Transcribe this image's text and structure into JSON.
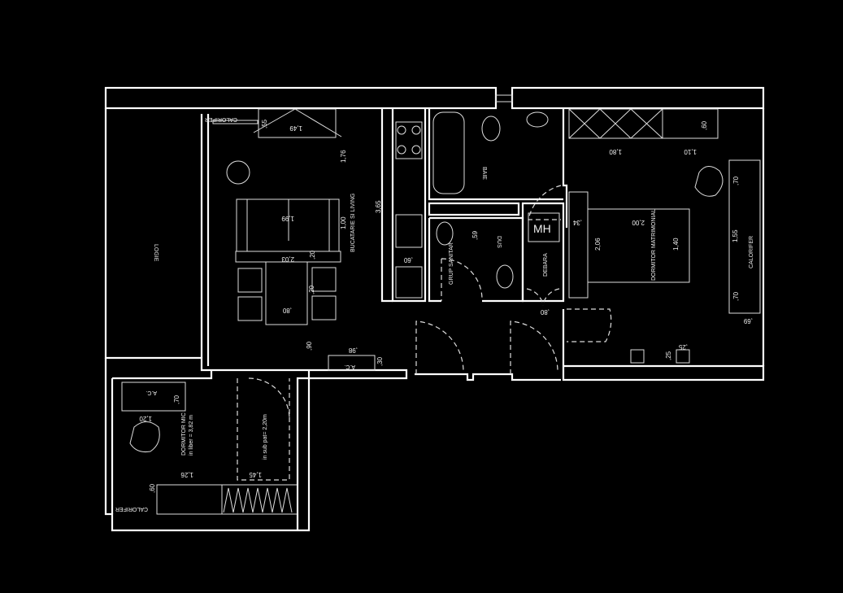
{
  "title": "Floor plan",
  "colors": {
    "background": "#000000",
    "lines": "#ffffff"
  },
  "rooms": {
    "logie": "LOGIE",
    "living": "BUCATARIE SI LIVING",
    "bath": "BAIE",
    "shower": "DUS",
    "wc": "GRUP SANITAR",
    "storage": "DEBARA",
    "master": "DORMITOR MATRIMONIAL",
    "small": "DORMITOR MIC",
    "small_area": "in liber = 3,82 m",
    "walkin": "in sub pat= 2,20m"
  },
  "labels": {
    "heater": "CALORIFER",
    "ac": "A.C.",
    "mh": "MH"
  },
  "dims": {
    "d149": "1,49",
    "d55": ",55",
    "d176": "1,76",
    "d365": "3,65",
    "d199": "1,99",
    "d100": "1,00",
    "d203": "2,03",
    "d20a": ",20",
    "d20b": ",20",
    "d80a": ",80",
    "d90": ",90",
    "d98": ",98",
    "d30": ",30",
    "d60k": ",60",
    "d59": ",59",
    "d80b": ",80",
    "d180": "1,80",
    "d110": "1,10",
    "d60b": ",60",
    "d70a": ",70",
    "d155": "1,55",
    "d70b": ",70",
    "d69": ",69",
    "d34": ",34",
    "d200": "2,00",
    "d206": "2,06",
    "d140": "1,40",
    "d25a": ",25",
    "d25b": ",25",
    "d120": "1,20",
    "d70c": ",70",
    "d126": "1,26",
    "d145": "1,45",
    "d60c": ",60"
  }
}
